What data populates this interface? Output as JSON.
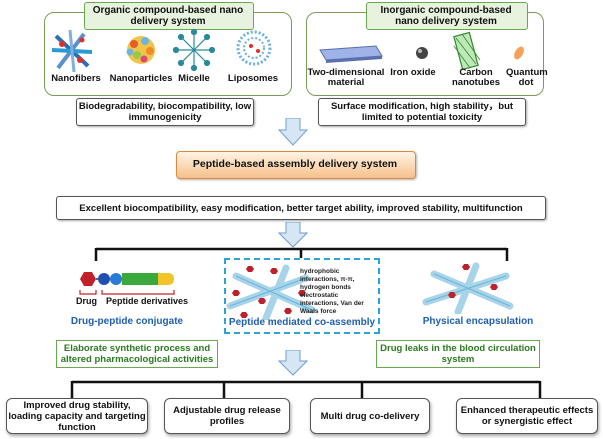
{
  "organic": {
    "title": "Organic compound-based nano delivery system",
    "items": [
      "Nanofibers",
      "Nanoparticles",
      "Micelle",
      "Liposomes"
    ],
    "property": "Biodegradability, biocompatibility, low immunogenicity"
  },
  "inorganic": {
    "title": "Inorganic compound-based nano delivery system",
    "items": [
      "Two-dimensional material",
      "Iron oxide",
      "Carbon nanotubes",
      "Quantum dot"
    ],
    "property": "Surface modification, high stability，but limited to  potential toxicity"
  },
  "center": {
    "title": "Peptide-based assembly delivery system",
    "advantages": "Excellent biocompatibility, easy modification, better target ability, improved stability, multifunction"
  },
  "strategies": {
    "conjugate": {
      "drug_label": "Drug",
      "peptide_label": "Peptide derivatives",
      "name": "Drug-peptide conjugate",
      "note": "Elaborate synthetic process and altered pharmacological activities"
    },
    "coassembly": {
      "interactions": "hydrophobic interactions, π-π, hydrogen bonds electrostatic interactions, Van der Waals force",
      "name": "Peptide mediated co-assembly"
    },
    "encapsulation": {
      "name": "Physical encapsulation",
      "note": "Drug leaks in the blood circulation system"
    }
  },
  "outcomes": [
    "Improved drug stability, loading capacity and targeting function",
    "Adjustable drug release profiles",
    "Multi drug co-delivery",
    "Enhanced therapeutic effects or  synergistic effect"
  ],
  "colors": {
    "green_border": "#6aa84f",
    "blue_label": "#1f5fb0",
    "arrow_fill": "#d6e6f5",
    "orange_center": "#f6c08a",
    "dashed_box": "#2aa3d8"
  }
}
